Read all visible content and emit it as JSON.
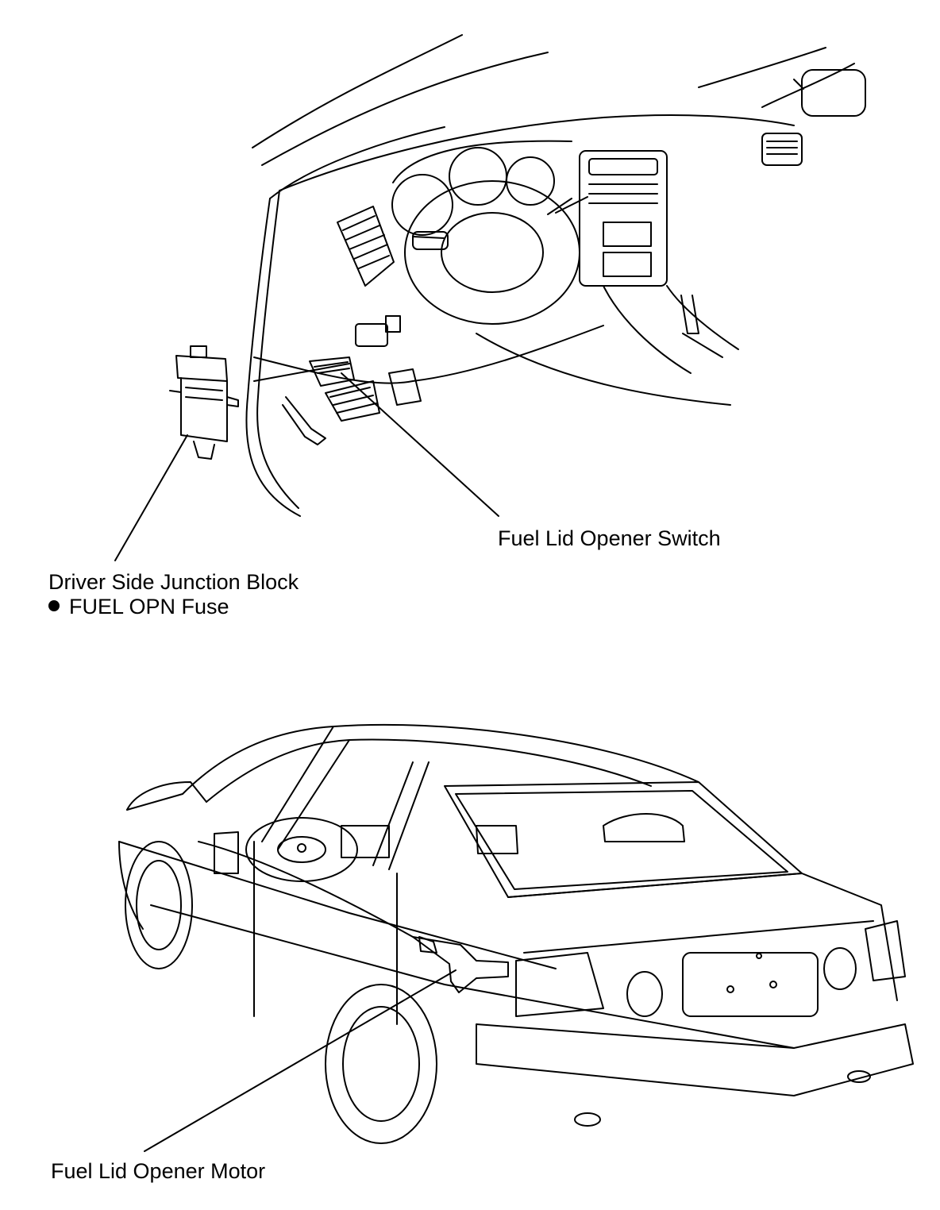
{
  "labels": {
    "switch": "Fuel Lid Opener Switch",
    "junction_block": "Driver Side Junction Block",
    "fuse": "FUEL OPN Fuse",
    "motor": "Fuel Lid Opener Motor"
  },
  "colors": {
    "line": "#000000",
    "background": "#ffffff"
  }
}
